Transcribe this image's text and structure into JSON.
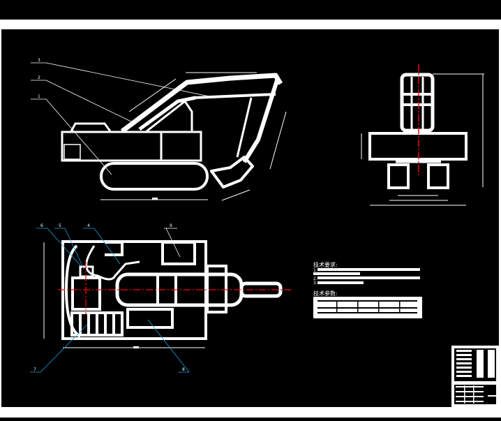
{
  "colors": {
    "background": "#000000",
    "line": "#ffffff",
    "centerline": "#ff0000",
    "leader": "#1ea0e0"
  },
  "side_view": {
    "parts": [
      "1",
      "2",
      "3"
    ]
  },
  "plan_view": {
    "parts": [
      "6",
      "5",
      "4",
      "9",
      "7",
      "8"
    ]
  },
  "notes": {
    "requirements_heading": "技术要求:",
    "requirement_numbers": [
      "1.",
      "2.",
      "3."
    ],
    "parameters_heading": "技术参数:"
  }
}
